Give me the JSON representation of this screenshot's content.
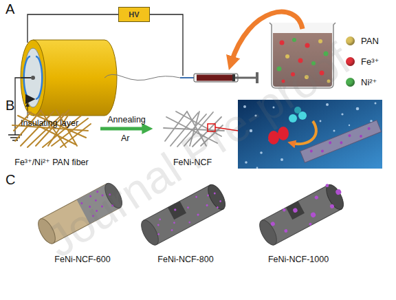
{
  "diagram": {
    "nodes": [
      {
        "text": [
          "HV"
        ]
      },
      {
        "text": [
          "Fe³⁺/Ni²⁺ PAN fiber"
        ]
      },
      {
        "text": [
          "FeNi-NCF"
        ]
      },
      {
        "text": [
          "FeNi-NCF-600"
        ]
      },
      {
        "text": [
          "FeNi-NCF-800"
        ]
      },
      {
        "text": [
          "FeNi-NCF-1000"
        ]
      }
    ],
    "edges": [
      {
        "from": 1,
        "to": 2,
        "label": "Annealing",
        "arrow": "to"
      }
    ],
    "labels": [
      "A",
      "B",
      "C",
      "Insulating layer",
      "Ar",
      "Journal Pre-proof"
    ],
    "legend": [
      {
        "text": "PAN",
        "color": "#d9bf5c"
      },
      {
        "text": "Fe³⁺",
        "color": "#e0303a"
      },
      {
        "text": "Ni²⁺",
        "color": "#4caf50"
      }
    ]
  }
}
